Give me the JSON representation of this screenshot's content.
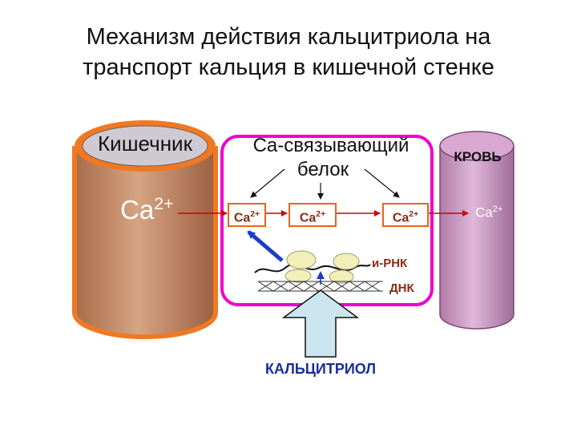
{
  "title": {
    "line1": "Механизм действия кальцитриола на",
    "line2": "транспорт кальция в кишечной стенке"
  },
  "intestine": {
    "label": "Кишечник",
    "ion": "Ca",
    "charge": "2+"
  },
  "protein": {
    "line1": "Ca-связывающий",
    "line2": "белок"
  },
  "cell_ions": [
    {
      "ion": "Ca",
      "charge": "2+"
    },
    {
      "ion": "Ca",
      "charge": "2+"
    },
    {
      "ion": "Ca",
      "charge": "2+"
    }
  ],
  "blood": {
    "label": "КРОВЬ",
    "ion": "Ca",
    "charge": "2+"
  },
  "mrna_label": "и-РНК",
  "dna_label": "ДНК",
  "calcitriol_label": "КАЛЬЦИТРИОЛ",
  "colors": {
    "intestine_body": "#c89068",
    "intestine_rim": "#f07822",
    "cell_border": "#ee00cc",
    "blood_body": "#c898c0",
    "arrow_red": "#d00000",
    "arrow_blue": "#1a3ccc",
    "calcitriol_arrow": "#cce6f0",
    "ribosome": "#f2f0b8"
  }
}
